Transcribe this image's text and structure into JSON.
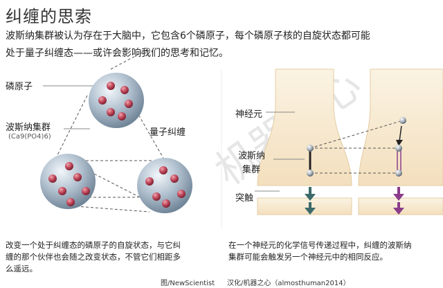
{
  "title": "纠缠的思索",
  "intro": {
    "line1": "波斯纳集群被认为存在于大脑中，它包含6个磷原子，每个磷原子核的自旋状态都可能",
    "line2": "处于量子纠缠态——或许会影响我们的思考和记忆。"
  },
  "left_panel": {
    "labels": {
      "phosphorus": "磷原子",
      "posner_cluster": "波斯纳集群",
      "formula": "(Ca9(PO4)6)",
      "entanglement": "量子纠缠"
    },
    "caption": {
      "line1": "改变一个处于纠缠态的磷原子的自旋状态，与它纠",
      "line2": "缠的那个伙伴也会随之改变状态，不管它们相距多",
      "line3": "么遥远。"
    }
  },
  "right_panel": {
    "labels": {
      "neuron": "神经元",
      "posner_cluster_1": "波斯纳",
      "posner_cluster_2": "集群",
      "synapse": "突触"
    },
    "caption": {
      "line1": "在一个神经元的化学信号传递过程中，纠缠的波斯纳",
      "line2": "集群可能会触发另一个神经元中的相同反应。"
    }
  },
  "credits": {
    "image": "图/NewScientist",
    "translation": "汉化/机器之心（almosthuman2014）"
  },
  "watermark": "机器之心",
  "colors": {
    "sphere": "#a8b8c6",
    "atom": "#c0485c",
    "neuron": "#f6e6c8",
    "arrow_dark": "#3c6a6a",
    "arrow_purple": "#8a3c8a"
  }
}
